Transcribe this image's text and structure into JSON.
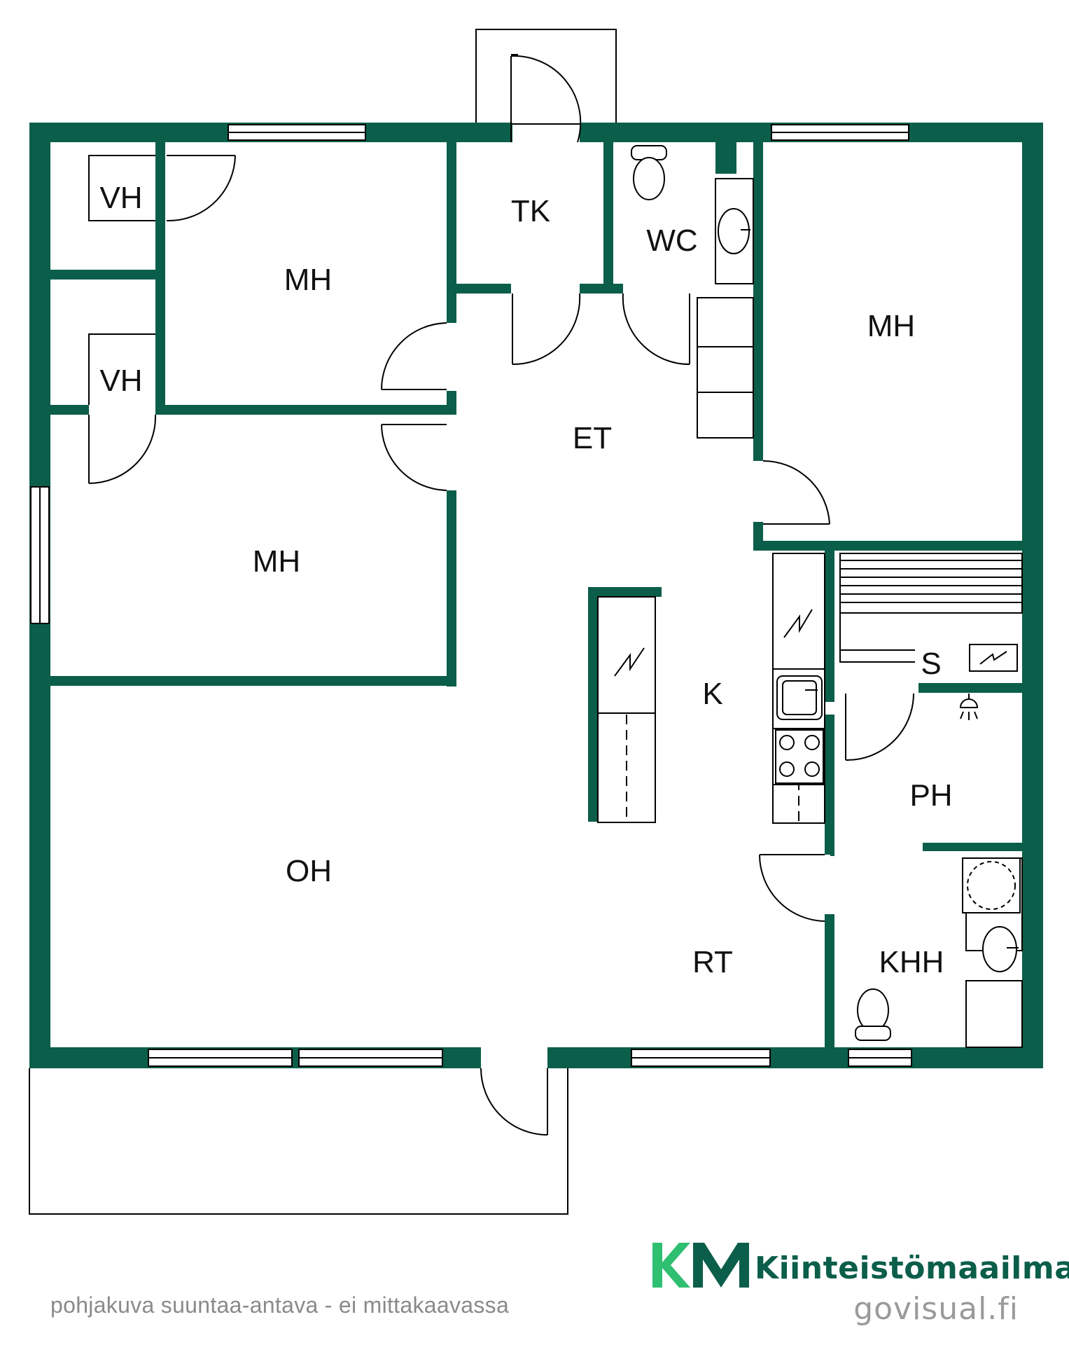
{
  "colors": {
    "wall": "#0b5e4a",
    "line": "#000000",
    "logo_light": "#2fbf71",
    "logo_dark": "#0b5e4a"
  },
  "rooms": {
    "vh_top": "VH",
    "vh_mid": "VH",
    "mh_top_left": "MH",
    "tk": "TK",
    "wc": "WC",
    "mh_right": "MH",
    "et": "ET",
    "mh_left": "MH",
    "s": "S",
    "k": "K",
    "ph": "PH",
    "oh": "OH",
    "rt": "RT",
    "khh": "KHH"
  },
  "footer": {
    "note": "pohjakuva suuntaa-antava - ei mittakaavassa",
    "brand": "Kiinteistömaailma",
    "site": "govisual.fi"
  },
  "icons": [
    "toilet-icon",
    "sink-icon",
    "stove-icon",
    "electric-heater-icon",
    "shower-icon",
    "washing-machine-icon",
    "company-logo"
  ]
}
